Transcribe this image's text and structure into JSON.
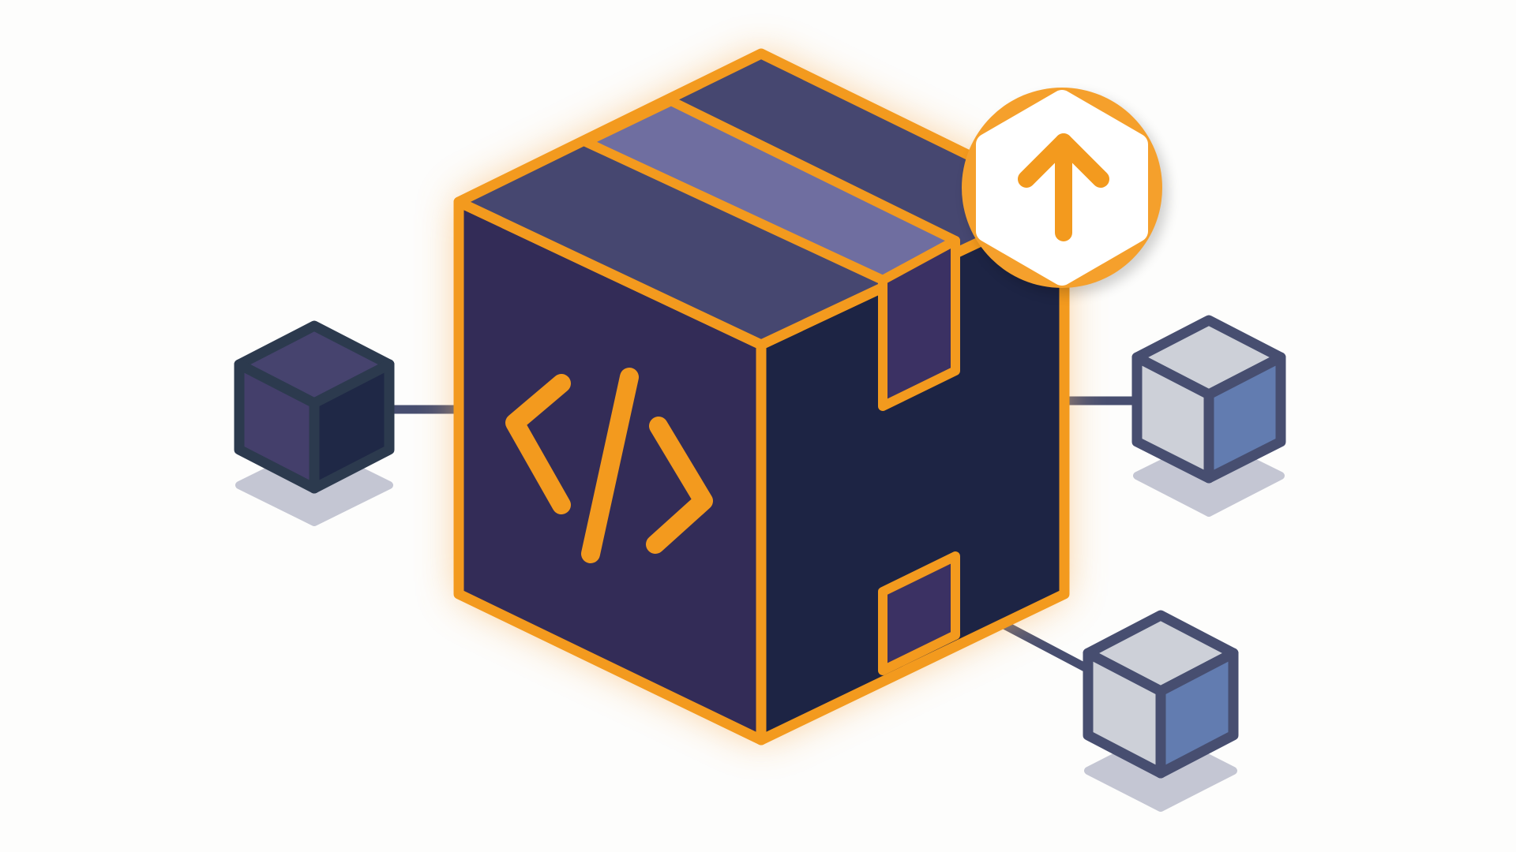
{
  "illustration": {
    "title": "",
    "description": "Isometric package box with code brackets and an upload badge, connected to three smaller cubes",
    "main_package": {
      "icon": "code-brackets-icon",
      "glyph": "</>"
    },
    "badge": {
      "icon": "upload-arrow-icon"
    },
    "nodes": [
      {
        "id": "left",
        "style": "dark"
      },
      {
        "id": "right",
        "style": "light"
      },
      {
        "id": "bottom-right",
        "style": "light"
      }
    ]
  },
  "colors": {
    "background": "#fdfdfc",
    "accent_orange": "#f39a1e",
    "glow_orange": "#fbc88a",
    "box_front": "#332c57",
    "box_side": "#1d2444",
    "box_top": "#464770",
    "tape": "#6f6ea0",
    "cube_dark_outline": "#2c3a4e",
    "cube_dark_top": "#46436e",
    "cube_dark_left": "#443f6b",
    "cube_dark_right": "#1f2846",
    "cube_light_outline": "#474e70",
    "cube_light_face": "#cdd0d8",
    "cube_light_right": "#627cb0",
    "shadow": "#c4c6d3",
    "connector": "#474e70"
  }
}
